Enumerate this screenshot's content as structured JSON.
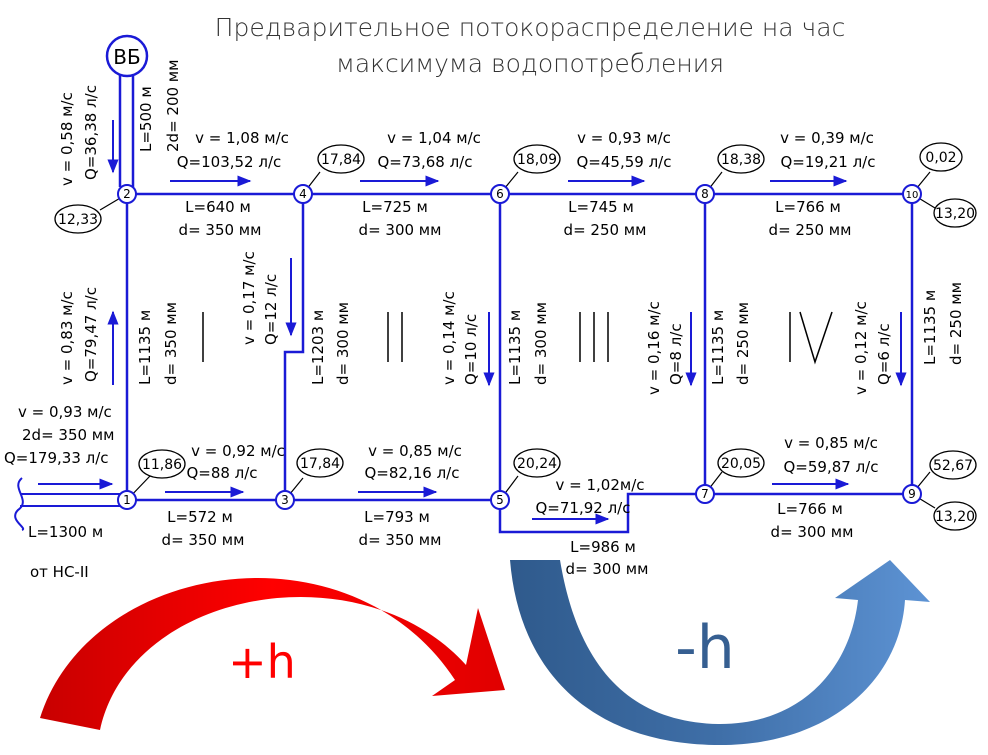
{
  "title": {
    "line1": "Предварительное потокораспределение на час",
    "line2": "максимума водопотребления"
  },
  "tower": {
    "label": "ВБ",
    "L": "L=500 м",
    "d": "2d= 200 мм"
  },
  "tower_flow": {
    "v": "v = 0,58 м/с",
    "Q": "Q=36,38 л/с"
  },
  "inlet": {
    "v": "v = 0,93 м/с",
    "d": "2d= 350 мм",
    "Q": "Q=179,33 л/с",
    "L": "L=1300 м",
    "from": "от НС-II"
  },
  "nodes": [
    {
      "id": "1",
      "demand": "11,86"
    },
    {
      "id": "2",
      "demand": "12,33"
    },
    {
      "id": "3",
      "demand": "17,84"
    },
    {
      "id": "4",
      "demand": "17,84"
    },
    {
      "id": "5",
      "demand": "20,24"
    },
    {
      "id": "6",
      "demand": "18,09"
    },
    {
      "id": "7",
      "demand": "20,05"
    },
    {
      "id": "8",
      "demand": "18,38"
    },
    {
      "id": "9",
      "demand": "52,67",
      "extra": "13,20"
    },
    {
      "id": "10",
      "demand": "0,02",
      "extra": "13,20"
    }
  ],
  "pipes": {
    "p2_4": {
      "v": "v = 1,08 м/с",
      "Q": "Q=103,52 л/с",
      "L": "L=640 м",
      "d": "d= 350 мм"
    },
    "p4_6": {
      "v": "v = 1,04 м/с",
      "Q": "Q=73,68 л/с",
      "L": "L=725 м",
      "d": "d= 300 мм"
    },
    "p6_8": {
      "v": "v = 0,93 м/с",
      "Q": "Q=45,59 л/с",
      "L": "L=745 м",
      "d": "d= 250 мм"
    },
    "p8_10": {
      "v": "v = 0,39 м/с",
      "Q": "Q=19,21 л/с",
      "L": "L=766 м",
      "d": "d= 250 мм"
    },
    "p1_2": {
      "v": "v = 0,83 м/с",
      "Q": "Q=79,47 л/с",
      "L": "L=1135 м",
      "d": "d= 350 мм"
    },
    "p4_3": {
      "v": "v = 0,17 м/с",
      "Q": "Q=12 л/с",
      "L": "L=1203 м",
      "d": "d= 300 мм"
    },
    "p6_5": {
      "v": "v = 0,14 м/с",
      "Q": "Q=10 л/с",
      "L": "L=1135 м",
      "d": "d= 300 мм"
    },
    "p8_7": {
      "v": "v = 0,16 м/с",
      "Q": "Q=8 л/с",
      "L": "L=1135 м",
      "d": "d= 250 мм"
    },
    "p10_9": {
      "v": "v = 0,12 м/с",
      "Q": "Q=6 л/с",
      "L": "L=1135 м",
      "d": "d= 250 мм"
    },
    "p1_3": {
      "v": "v = 0,92 м/с",
      "Q": "Q=88 л/с",
      "L": "L=572 м",
      "d": "d= 350 мм"
    },
    "p3_5": {
      "v": "v = 0,85 м/с",
      "Q": "Q=82,16 л/с",
      "L": "L=793 м",
      "d": "d= 350 мм"
    },
    "p5_7": {
      "v": "v = 1,02м/с",
      "Q": "Q=71,92 л/с",
      "L": "L=986 м",
      "d": "d= 300 мм"
    },
    "p7_9": {
      "v": "v = 0,85 м/с",
      "Q": "Q=59,87 л/с",
      "L": "L=766 м",
      "d": "d= 300 мм"
    }
  },
  "rings": [
    "I",
    "II",
    "III",
    "IV"
  ],
  "arrows": {
    "plus": "+h",
    "minus": "-h"
  },
  "colors": {
    "pipe": "#1a1ad6",
    "red": "#ff0000",
    "blue_dark": "#365f91",
    "blue_light": "#5b8fd0"
  }
}
